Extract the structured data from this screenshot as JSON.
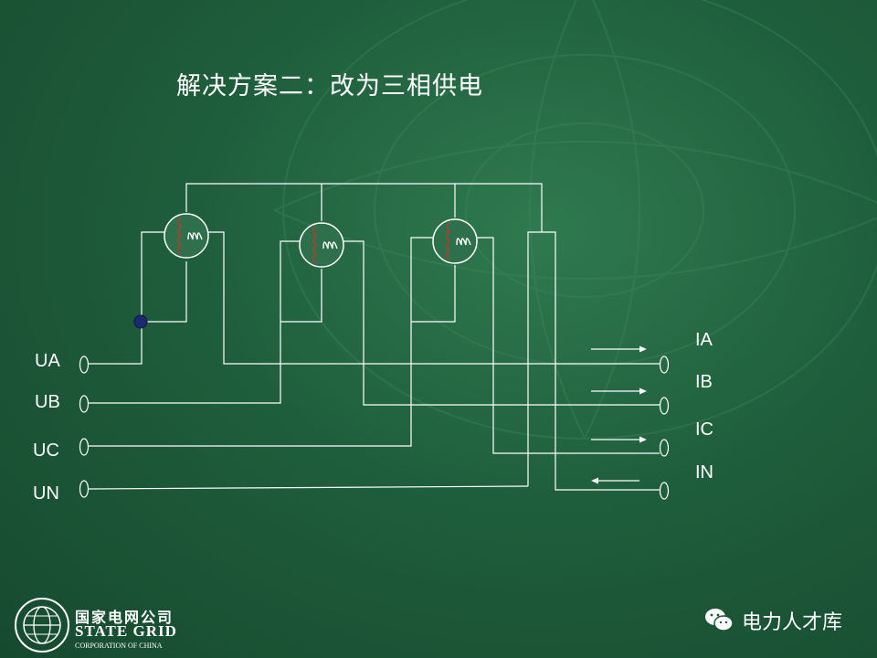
{
  "title": "解决方案二：改为三相供电",
  "labels": {
    "ua": "UA",
    "ub": "UB",
    "uc": "UC",
    "un": "UN",
    "ia": "IA",
    "ib": "IB",
    "ic": "IC",
    "in": "IN"
  },
  "logo": {
    "cn": "国家电网公司",
    "en": "STATE GRID",
    "sub": "CORPORATION OF CHINA"
  },
  "watermark": "电力人才库",
  "colors": {
    "background": "#1f5e3c",
    "lines": "#ffffff",
    "coil": "#c0392b",
    "node": "#1b2a6b"
  }
}
